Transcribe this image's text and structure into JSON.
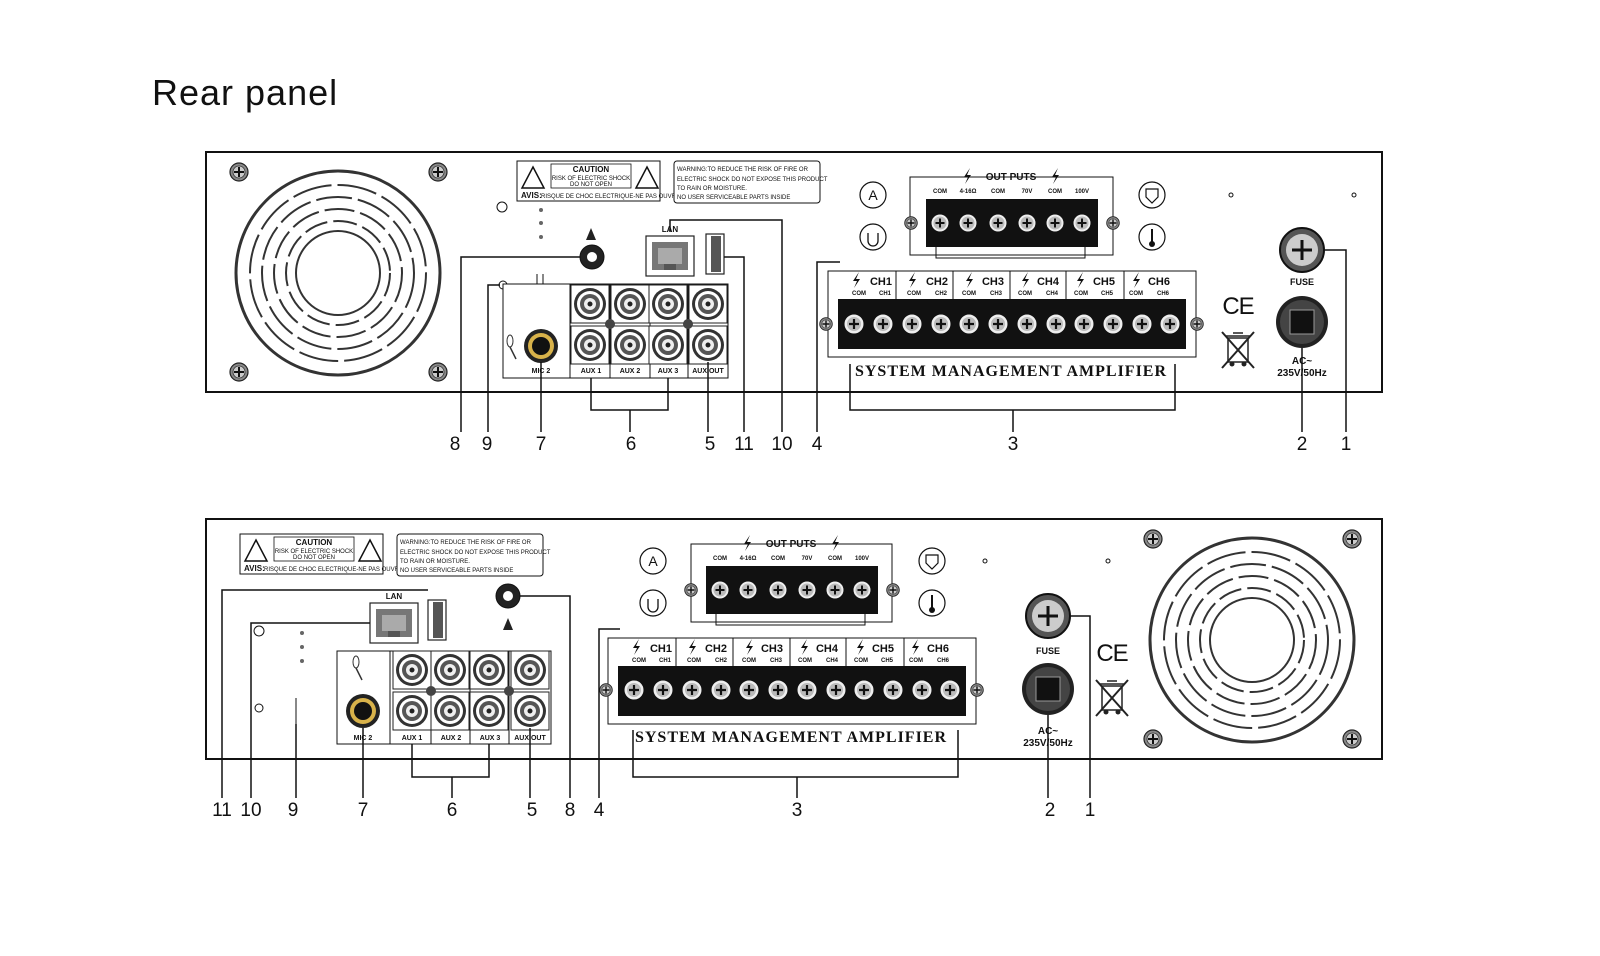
{
  "title": "Rear panel",
  "labels": {
    "caution": "CAUTION",
    "caution_line1": "RISK OF ELECTRIC SHOCK",
    "caution_line2": "DO NOT OPEN",
    "avis": "AVIS:",
    "avis_text": "RISQUE DE CHOC ELECTRIQUE-NE PAS OUVRIR",
    "warning_line1": "WARNING:TO REDUCE THE RISK OF FIRE OR",
    "warning_line2": "ELECTRIC SHOCK DO NOT EXPOSE THIS PRODUCT",
    "warning_line3": "TO RAIN OR MOISTURE.",
    "warning_line4": "NO USER SERVICEABLE  PARTS INSIDE",
    "lan": "LAN",
    "outputs": "OUT PUTS",
    "output_terminals": [
      "COM",
      "4-16Ω",
      "COM",
      "70V",
      "COM",
      "100V"
    ],
    "channels": [
      "CH1",
      "CH2",
      "CH3",
      "CH4",
      "CH5",
      "CH6"
    ],
    "com": "COM",
    "model": "SYSTEM  MANAGEMENT  AMPLIFIER",
    "fuse": "FUSE",
    "ac_line1": "AC~",
    "ac_line2": "235V/50Hz",
    "ce": "CE",
    "mic2": "MIC 2",
    "aux": [
      "AUX 1",
      "AUX 2",
      "AUX 3",
      "AUX OUT"
    ]
  },
  "callouts_top": [
    "8",
    "9",
    "7",
    "6",
    "5",
    "11",
    "10",
    "4",
    "3",
    "2",
    "1"
  ],
  "callouts_bottom": [
    "11",
    "10",
    "9",
    "7",
    "6",
    "5",
    "8",
    "4",
    "3",
    "2",
    "1"
  ]
}
